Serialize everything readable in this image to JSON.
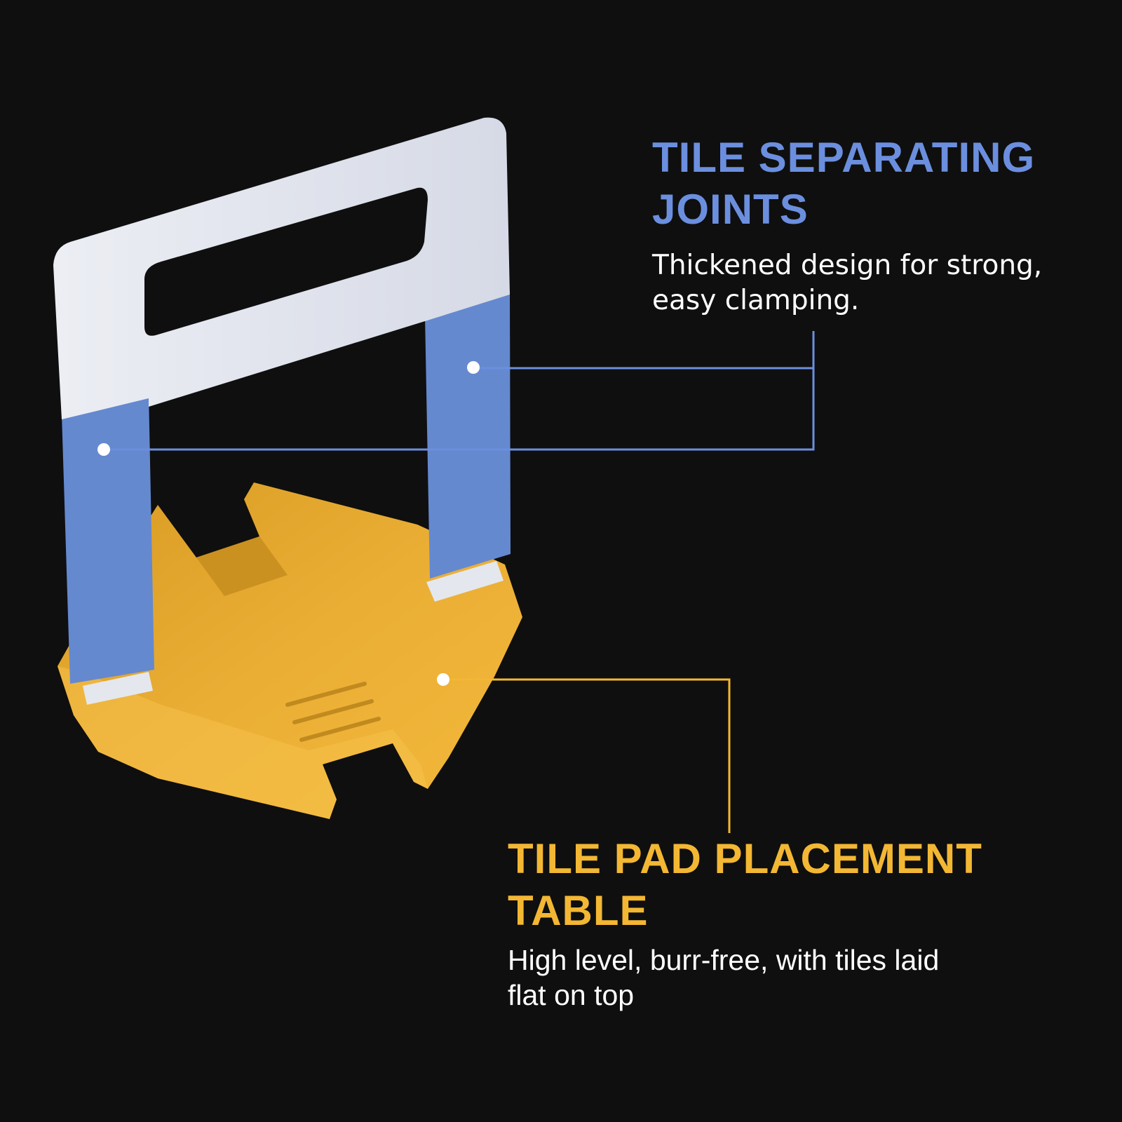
{
  "callouts": {
    "separating_joints": {
      "title_line1": "TILE SEPARATING",
      "title_line2": "JOINTS",
      "desc_line1": "Thickened design for strong,",
      "desc_line2": "easy clamping."
    },
    "pad_table": {
      "title_line1": "TILE PAD PLACEMENT",
      "title_line2": "TABLE",
      "desc_line1": "High level, burr-free, with tiles laid",
      "desc_line2": "flat on top"
    }
  },
  "colors": {
    "background": "#0f0f0f",
    "blue_accent": "#6b8fde",
    "yellow_accent": "#f3b733",
    "clip_white": "#e1e4ee",
    "clip_blue": "#6589cf",
    "base_yellow": "#e8aa30"
  }
}
